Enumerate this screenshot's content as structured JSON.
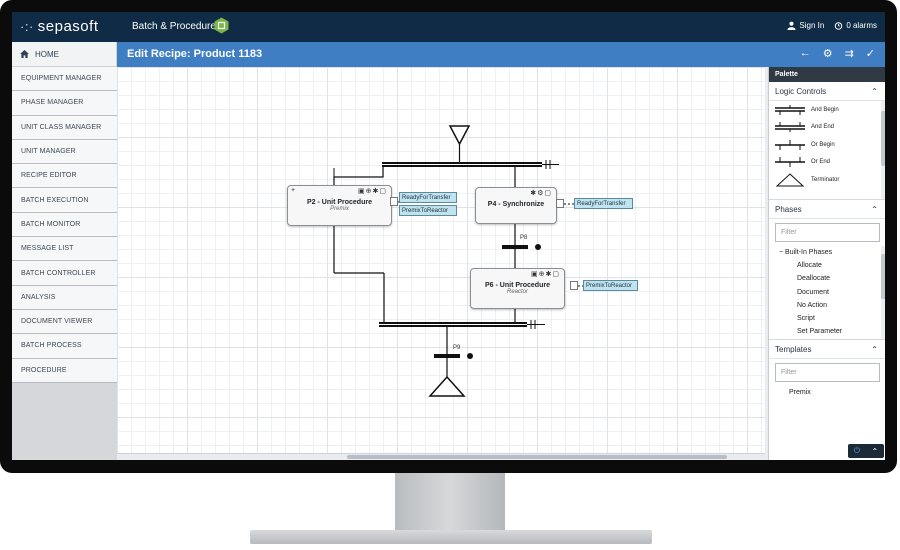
{
  "topbar": {
    "logo": "sepasoft",
    "product": "Batch & Procedure",
    "sign_in": "Sign In",
    "alarms": "0 alarms"
  },
  "nav": {
    "home": "HOME",
    "items": [
      "EQUIPMENT MANAGER",
      "PHASE MANAGER",
      "UNIT CLASS MANAGER",
      "UNIT MANAGER",
      "RECIPE EDITOR",
      "BATCH EXECUTION",
      "BATCH MONITOR",
      "MESSAGE LIST",
      "BATCH CONTROLLER",
      "ANALYSIS",
      "DOCUMENT VIEWER",
      "BATCH PROCESS",
      "PROCEDURE"
    ]
  },
  "header": {
    "title": "Edit Recipe: Product 1183",
    "icons": [
      "back-arrow-icon",
      "gear-icon",
      "compare-icon",
      "check-icon"
    ]
  },
  "diagram": {
    "p2": {
      "title": "P2 - Unit Procedure",
      "subtitle": "Premix"
    },
    "p4": {
      "title": "P4 - Synchronize"
    },
    "p6": {
      "title": "P6 - Unit Procedure",
      "subtitle": "Reactor"
    },
    "tags": {
      "p2_ready": "ReadyForTransfer",
      "p2_premix": "PremixToReactor",
      "p4_ready": "ReadyForTransfer",
      "p6_premix": "PremixToReactor"
    },
    "transitions": {
      "t1": "P8",
      "t2": "P9"
    }
  },
  "palette": {
    "title": "Palette",
    "logic_controls": {
      "heading": "Logic Controls",
      "items": [
        "And Begin",
        "And End",
        "Or Begin",
        "Or End",
        "Terminator"
      ]
    },
    "phases": {
      "heading": "Phases",
      "filter_placeholder": "Filter",
      "root": "Built-In Phases",
      "items": [
        "Allocate",
        "Deallocate",
        "Document",
        "No Action",
        "Script",
        "Set Parameter"
      ]
    },
    "templates": {
      "heading": "Templates",
      "filter_placeholder": "Filter",
      "items": [
        "Premix"
      ]
    }
  }
}
